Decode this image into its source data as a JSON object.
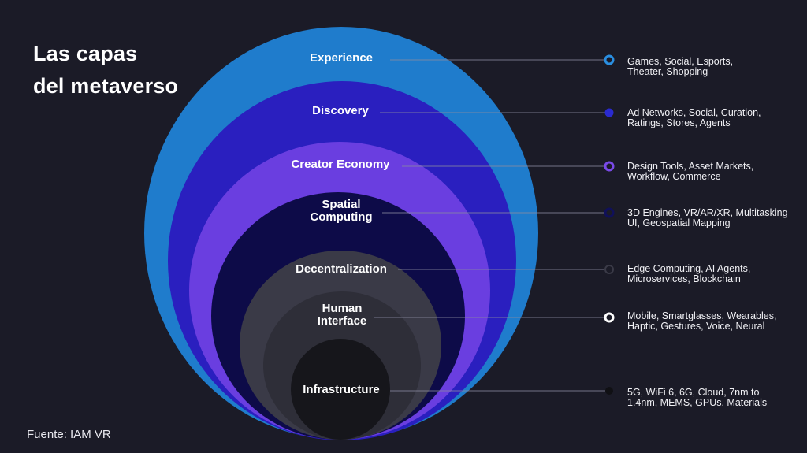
{
  "title": {
    "line1": "Las capas",
    "line2": "del metaverso"
  },
  "source": "Fuente: IAM VR",
  "layers": [
    {
      "name": "Experience",
      "color": "#1f7ccc",
      "dot": "#2a8ee0",
      "desc1": "Games, Social, Esports,",
      "desc2": "Theater, Shopping"
    },
    {
      "name": "Discovery",
      "color": "#2a1fbf",
      "dot": "#2a2ad0",
      "desc1": "Ad Networks, Social, Curation,",
      "desc2": "Ratings, Stores, Agents"
    },
    {
      "name": "Creator Economy",
      "color": "#6a3ee0",
      "dot": "#7a4ae8",
      "desc1": "Design Tools, Asset Markets,",
      "desc2": "Workflow, Commerce"
    },
    {
      "name1": "Spatial",
      "name2": "Computing",
      "color": "#0d0b48",
      "dot": "#10105a",
      "desc1": "3D Engines, VR/AR/XR, Multitasking",
      "desc2": "UI, Geospatial Mapping"
    },
    {
      "name": "Decentralization",
      "color": "#3a3a47",
      "dot": "#3a3a47",
      "desc1": "Edge Computing, AI Agents,",
      "desc2": "Microservices, Blockchain"
    },
    {
      "name1": "Human",
      "name2": "Interface",
      "color": "#2e2e38",
      "dot": "#ffffff",
      "desc1": "Mobile, Smartglasses, Wearables,",
      "desc2": "Haptic, Gestures, Voice, Neural"
    },
    {
      "name": "Infrastructure",
      "color": "#16161b",
      "dot": "#101014",
      "desc1": "5G, WiFi 6, 6G, Cloud, 7nm to",
      "desc2": "1.4nm, MEMS, GPUs, Materials"
    }
  ]
}
